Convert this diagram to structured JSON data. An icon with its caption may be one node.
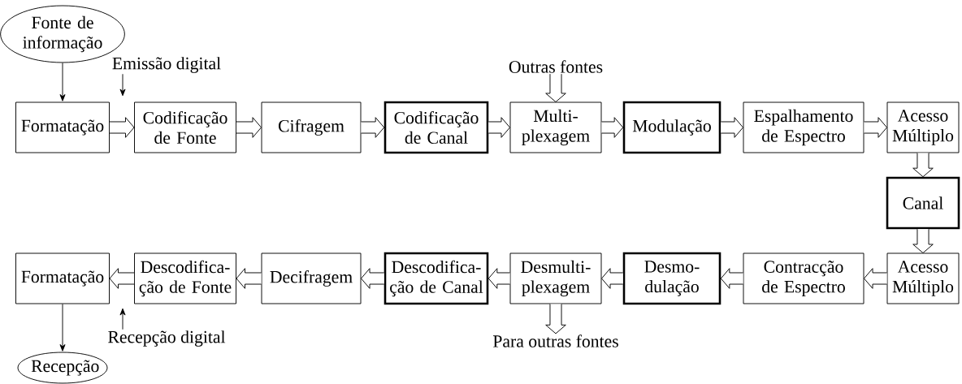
{
  "diagram": {
    "nodes": [
      {
        "text": [
          "Fonte de informação"
        ]
      },
      {
        "text": [
          "Emissão digital"
        ]
      },
      {
        "text": [
          "Outras fontes"
        ]
      },
      {
        "text": [
          "Formatação"
        ]
      },
      {
        "text": [
          "Codificação de Fonte"
        ]
      },
      {
        "text": [
          "Cifragem"
        ]
      },
      {
        "text": [
          "Codificação de Canal"
        ]
      },
      {
        "text": [
          "Multi- plexagem"
        ]
      },
      {
        "text": [
          "Modulação"
        ]
      },
      {
        "text": [
          "Espalhamento de Espectro"
        ]
      },
      {
        "text": [
          "Acesso Múltiplo"
        ]
      },
      {
        "text": [
          "Canal"
        ]
      },
      {
        "text": [
          "Acesso Múltiplo"
        ]
      },
      {
        "text": [
          "Contracção de Espectro"
        ]
      },
      {
        "text": [
          "Desmo- dulação"
        ]
      },
      {
        "text": [
          "Desmulti- plexagem"
        ]
      },
      {
        "text": [
          "Descodifica- ção de Canal"
        ]
      },
      {
        "text": [
          "Decifragem"
        ]
      },
      {
        "text": [
          "Descodifica- ção de Fonte"
        ]
      },
      {
        "text": [
          "Formatação"
        ]
      },
      {
        "text": [
          "Recepção digital"
        ]
      },
      {
        "text": [
          "Para outras fontes"
        ]
      },
      {
        "text": [
          "Recepção"
        ]
      }
    ],
    "edges": [
      {
        "from": 0,
        "to": 3,
        "arrow": "to"
      },
      {
        "from": 1,
        "to": null,
        "arrow": "to"
      },
      {
        "from": 3,
        "to": 4,
        "arrow": "to",
        "style": "thick"
      },
      {
        "from": 4,
        "to": 5,
        "arrow": "to",
        "style": "thick"
      },
      {
        "from": 5,
        "to": 6,
        "arrow": "to",
        "style": "thick"
      },
      {
        "from": 6,
        "to": 7,
        "arrow": "to",
        "style": "thick"
      },
      {
        "from": 2,
        "to": 7,
        "arrow": "to",
        "style": "thick"
      },
      {
        "from": 7,
        "to": 8,
        "arrow": "to",
        "style": "thick"
      },
      {
        "from": 8,
        "to": 9,
        "arrow": "to",
        "style": "thick"
      },
      {
        "from": 9,
        "to": 10,
        "arrow": "to",
        "style": "thick"
      },
      {
        "from": 10,
        "to": 11,
        "arrow": "to",
        "style": "thick"
      },
      {
        "from": 11,
        "to": 12,
        "arrow": "to",
        "style": "thick"
      },
      {
        "from": 12,
        "to": 13,
        "arrow": "to",
        "style": "thick"
      },
      {
        "from": 13,
        "to": 14,
        "arrow": "to",
        "style": "thick"
      },
      {
        "from": 14,
        "to": 15,
        "arrow": "to",
        "style": "thick"
      },
      {
        "from": 15,
        "to": 21,
        "arrow": "to",
        "style": "thick"
      },
      {
        "from": 15,
        "to": 16,
        "arrow": "to",
        "style": "thick"
      },
      {
        "from": 16,
        "to": 17,
        "arrow": "to",
        "style": "thick"
      },
      {
        "from": 17,
        "to": 18,
        "arrow": "to",
        "style": "thick"
      },
      {
        "from": 18,
        "to": 19,
        "arrow": "to",
        "style": "thick"
      },
      {
        "from": 20,
        "to": null,
        "arrow": "to"
      },
      {
        "from": 19,
        "to": 22,
        "arrow": "to"
      }
    ]
  }
}
